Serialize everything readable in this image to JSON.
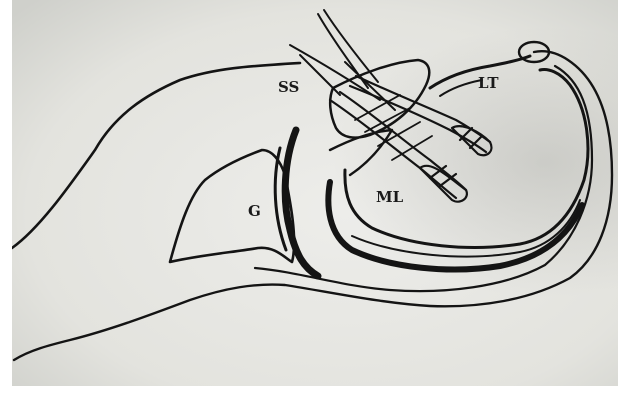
{
  "labels": {
    "ss": "SS",
    "lt": "LT",
    "ml": "ML",
    "g": "G"
  },
  "colors": {
    "paper": "#e6e6e1",
    "ink": "#141414",
    "margin": "#ffffff"
  }
}
